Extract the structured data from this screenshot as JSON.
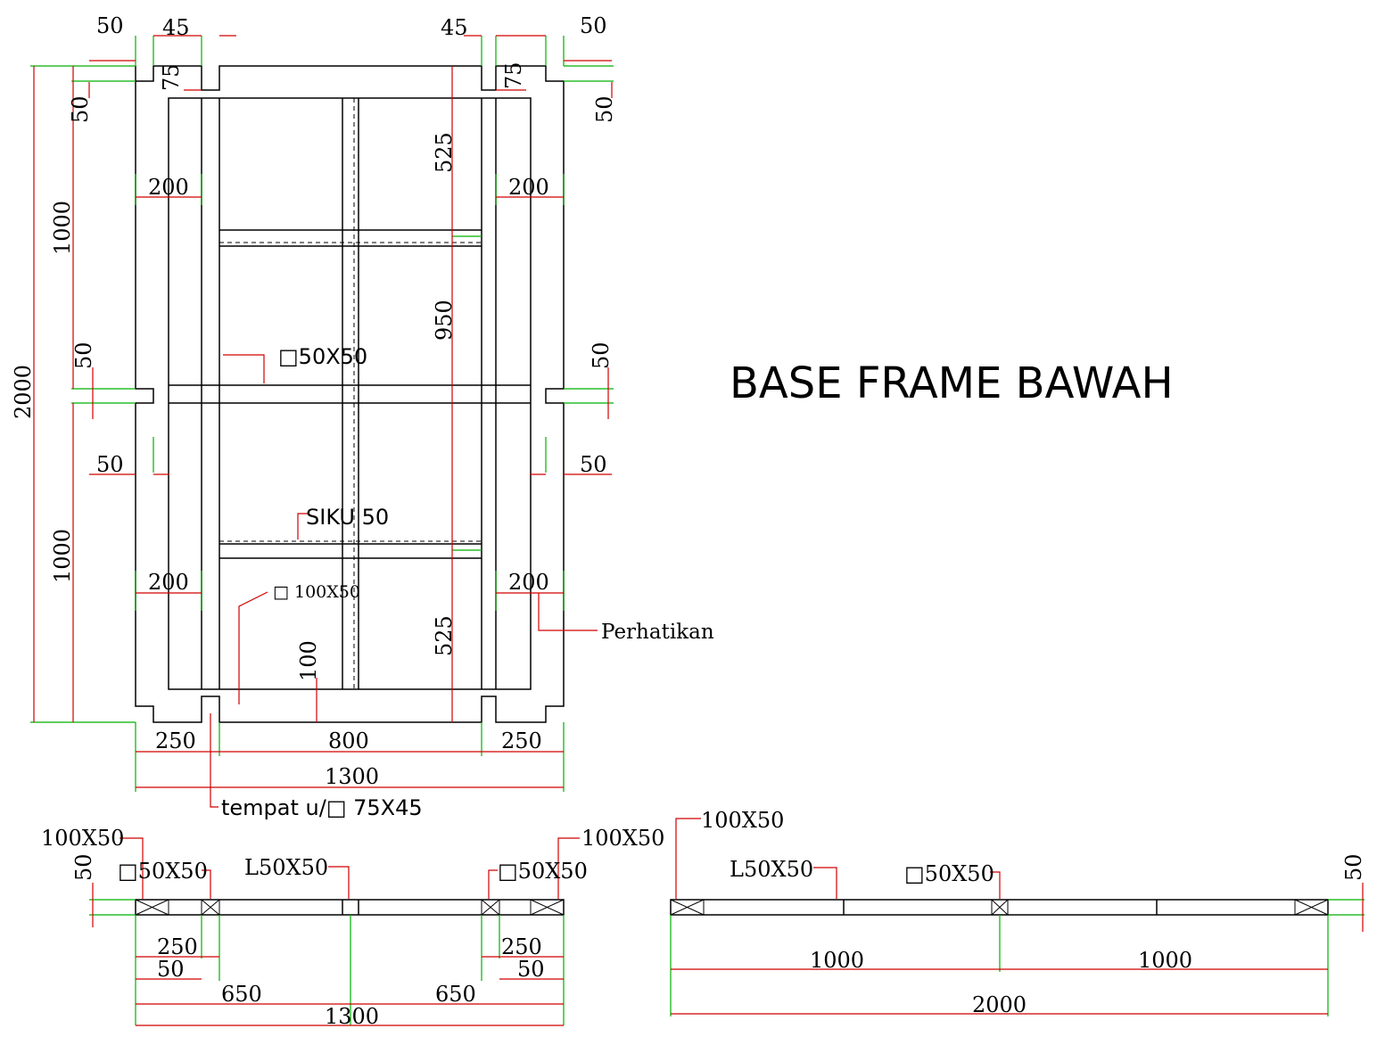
{
  "title": "BASE FRAME BAWAH",
  "plan": {
    "top_left": {
      "d50": "50",
      "d45": "45",
      "d75": "75",
      "d50v": "50"
    },
    "top_right": {
      "d45": "45",
      "d50": "50",
      "d75": "75",
      "d50v": "50"
    },
    "left_vertical": {
      "total": "2000",
      "upper": "1000",
      "lower": "1000",
      "mid50": "50",
      "mid50h": "50"
    },
    "right_side": {
      "mid50": "50",
      "mid50h": "50"
    },
    "inner_vertical": {
      "top": "525",
      "middle": "950",
      "bottom": "525"
    },
    "widths": {
      "left_upper": "200",
      "right_upper": "200",
      "left_lower": "200",
      "right_lower": "200"
    },
    "callouts": {
      "tube_50": "□50X50",
      "angle": "SIKU 50",
      "tube_100": "□ 100X50",
      "depth_100": "100",
      "note": "Perhatikan",
      "slot": "tempat u/□ 75X45"
    },
    "bottom": {
      "left": "250",
      "center": "800",
      "right": "250",
      "total": "1300"
    }
  },
  "front_view": {
    "left_tube": "100X50",
    "right_tube": "100X50",
    "height": "50",
    "left_sq": "□50X50",
    "right_sq": "□50X50",
    "angle": "L50X50",
    "dims": {
      "l250": "250",
      "l50": "50",
      "r250": "250",
      "r50": "50",
      "l650": "650",
      "r650": "650",
      "total": "1300"
    }
  },
  "side_view": {
    "tube": "100X50",
    "angle": "L50X50",
    "sq": "□50X50",
    "height": "50",
    "dims": {
      "left": "1000",
      "right": "1000",
      "total": "2000"
    }
  }
}
